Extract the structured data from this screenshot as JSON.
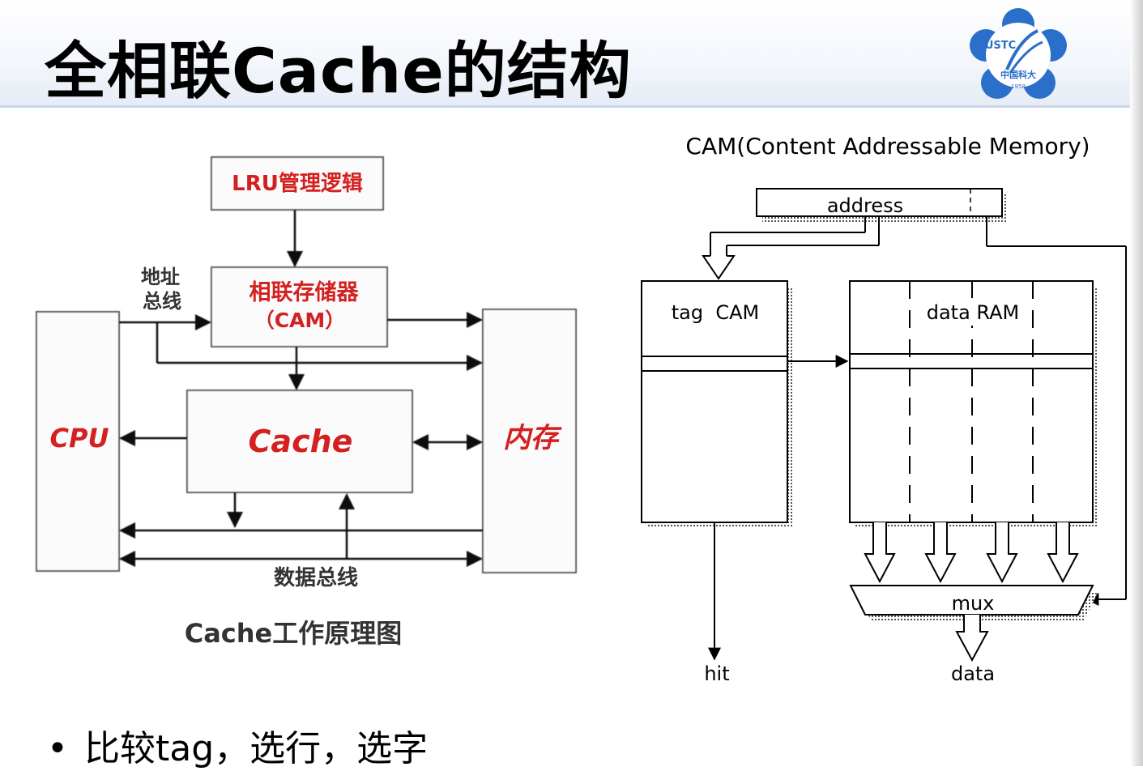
{
  "slide": {
    "title": "全相联Cache的结构",
    "bullet": "比较tag，选行，选字",
    "bullet_marker": "•"
  },
  "logo": {
    "abbr": "USTC",
    "name": "中国科大",
    "year": "1958",
    "color": "#2a6fc9"
  },
  "left_diagram": {
    "lru": "LRU管理逻辑",
    "addr_bus_line1": "地址",
    "addr_bus_line2": "总线",
    "cam_line1": "相联存储器",
    "cam_line2": "（CAM）",
    "cpu": "CPU",
    "cache": "Cache",
    "memory": "内存",
    "data_bus": "数据总线",
    "caption": "Cache工作原理图",
    "label_color": "#d42020"
  },
  "right_diagram": {
    "heading": "CAM(Content Addressable Memory)",
    "address": "address",
    "tag_cam": "tag  CAM",
    "data_ram": "data RAM",
    "mux": "mux",
    "hit": "hit",
    "data": "data"
  }
}
